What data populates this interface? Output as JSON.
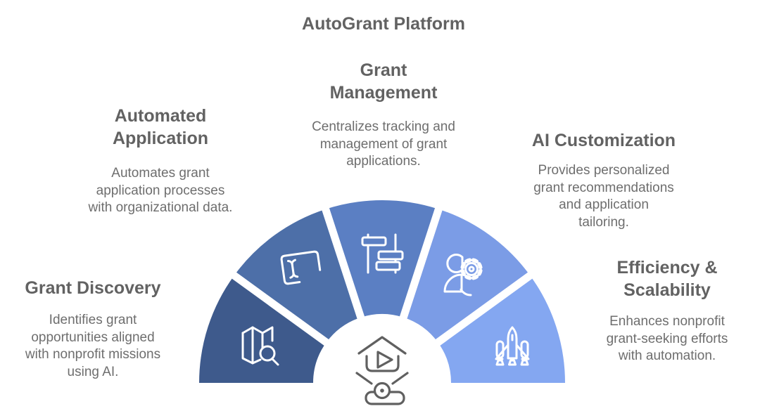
{
  "title": "AutoGrant Platform",
  "colors": {
    "background": "#ffffff",
    "heading_text": "#626262",
    "body_text": "#6e6e6e",
    "icon_stroke": "#ffffff",
    "center_icon_stroke": "#606060"
  },
  "segments": [
    {
      "label": "Grant Discovery",
      "description": "Identifies grant\nopportunities aligned\nwith nonprofit missions\nusing AI.",
      "color": "#3e5a8c",
      "icon": "map-search-icon"
    },
    {
      "label": "Automated\nApplication",
      "description": "Automates grant\napplication processes\nwith organizational data.",
      "color": "#4d6fa8",
      "icon": "text-input-cursor-icon"
    },
    {
      "label": "Grant\nManagement",
      "description": "Centralizes tracking and\nmanagement of grant\napplications.",
      "color": "#5b7fc3",
      "icon": "gantt-chart-icon"
    },
    {
      "label": "AI Customization",
      "description": "Provides personalized\ngrant recommendations\nand application\ntailoring.",
      "color": "#7b9ce6",
      "icon": "user-gear-icon"
    },
    {
      "label": "Efficiency &\nScalability",
      "description": "Enhances nonprofit\ngrant-seeking efforts\nwith automation.",
      "color": "#84a7f1",
      "icon": "rocket-icon"
    }
  ],
  "center": {
    "icon": "hologram-projector-icon"
  }
}
